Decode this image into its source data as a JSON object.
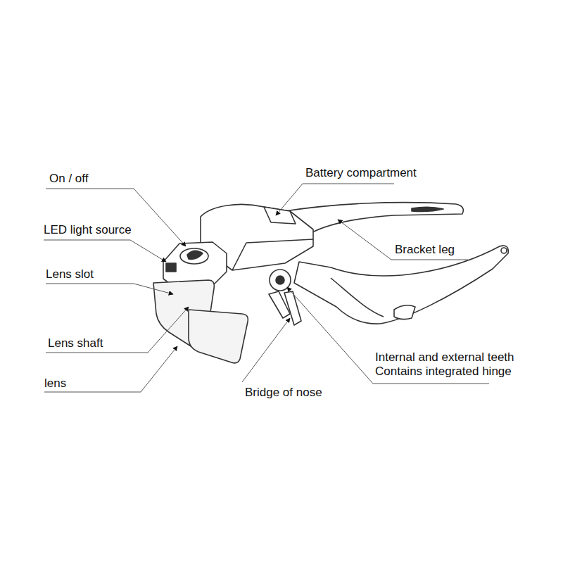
{
  "diagram": {
    "labels": [
      "Battery compartment",
      "On / off",
      "LED light source",
      "Bracket leg",
      "Lens slot",
      "Lens shaft",
      "Internal and external teeth Contains integrated hinge",
      "lens",
      "Bridge of nose"
    ]
  }
}
